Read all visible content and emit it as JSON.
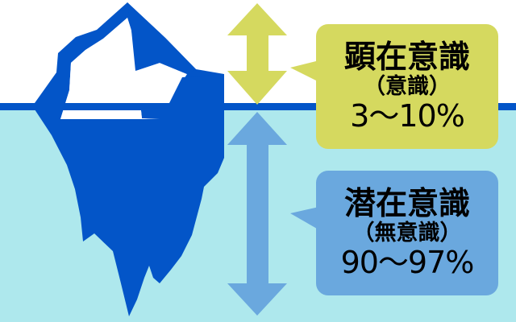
{
  "diagram": {
    "title_semantic": "iceberg-conscious-subconscious-diagram",
    "colors": {
      "sky": "#ffffff",
      "water": "#aee8ed",
      "waterline": "#0355c8",
      "iceberg": "#0355c8",
      "iceberg_highlight": "#ffffff",
      "arrow_conscious": "#d5d95f",
      "arrow_subconscious": "#6aa8de",
      "callout_conscious_bg": "#d5d95f",
      "callout_subconscious_bg": "#6aa8de",
      "text": "#000000"
    }
  },
  "callouts": [
    {
      "id": "conscious",
      "title": "顕在意識",
      "subtitle": "（意識）",
      "value": "3〜10%"
    },
    {
      "id": "subconscious",
      "title": "潜在意識",
      "subtitle": "（無意識）",
      "value": "90〜97%"
    }
  ],
  "arrows": [
    {
      "id": "conscious-arrow",
      "name": "above-water-extent-arrow",
      "color": "#d5d95f"
    },
    {
      "id": "subconscious-arrow",
      "name": "below-water-extent-arrow",
      "color": "#6aa8de"
    }
  ]
}
